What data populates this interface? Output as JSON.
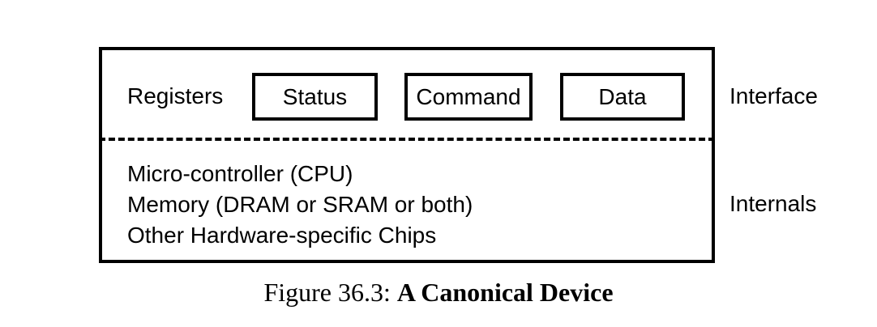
{
  "figure": {
    "caption_number": "Figure 36.3:",
    "caption_title": "A Canonical Device",
    "colors": {
      "stroke": "#000000",
      "background": "#ffffff"
    }
  },
  "diagram": {
    "type": "block-diagram",
    "regions": [
      {
        "name": "interface",
        "side_label": "Interface"
      },
      {
        "name": "internals",
        "side_label": "Internals"
      }
    ],
    "interface": {
      "registers_label": "Registers",
      "registers": [
        {
          "name": "status",
          "label": "Status"
        },
        {
          "name": "command",
          "label": "Command"
        },
        {
          "name": "data",
          "label": "Data"
        }
      ]
    },
    "internals": {
      "lines": [
        "Micro-controller (CPU)",
        "Memory (DRAM or SRAM or both)",
        "Other Hardware-specific Chips"
      ]
    },
    "divider": {
      "name": "dashed-divider",
      "style": "dashed"
    }
  }
}
